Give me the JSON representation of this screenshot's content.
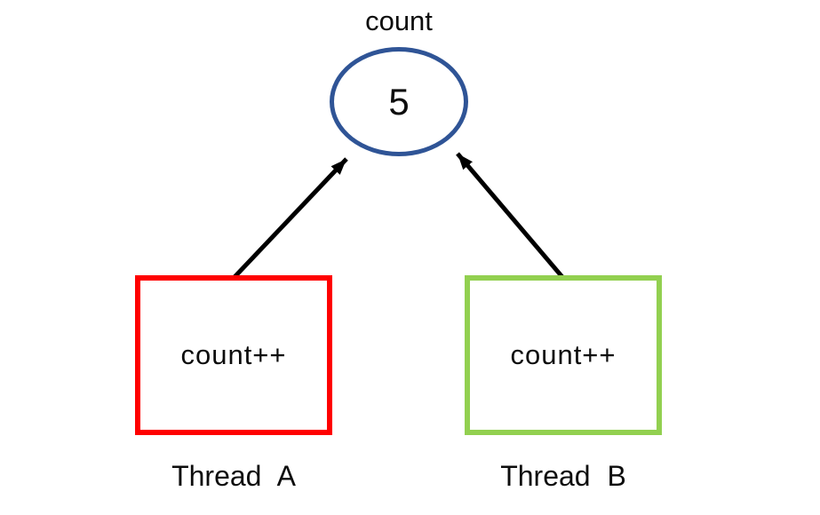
{
  "diagram": {
    "description": "Two threads incrementing a shared counter",
    "counter": {
      "label": "count",
      "value": "5"
    },
    "threads": [
      {
        "name": "Thread A",
        "operation": "count++",
        "border_color": "#ff0000"
      },
      {
        "name": "Thread B",
        "operation": "count++",
        "border_color": "#92d050"
      }
    ],
    "colors": {
      "counter_border": "#2f5496",
      "arrow": "#000000",
      "text": "#0d0d0d",
      "background": "#ffffff"
    }
  }
}
